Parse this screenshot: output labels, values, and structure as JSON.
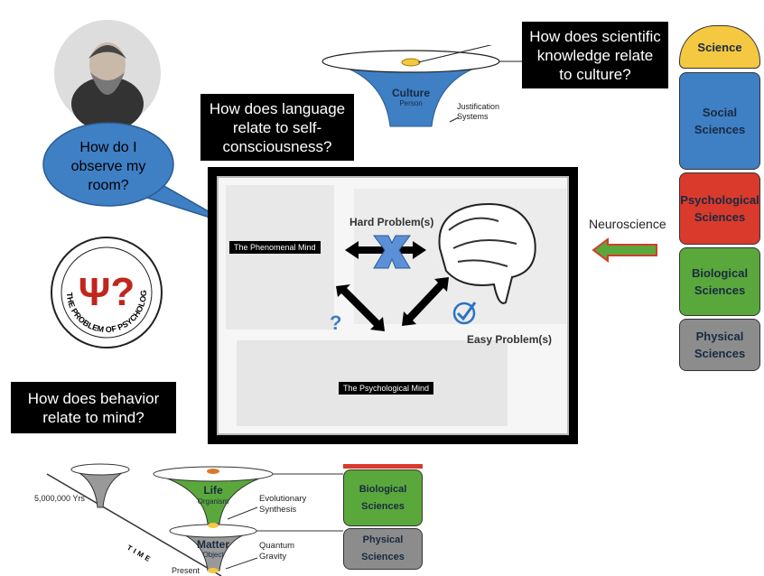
{
  "questions": {
    "language": "How does language relate to self-consciousness?",
    "room": "How do I observe my room?",
    "behavior": "How does behavior relate to mind?",
    "science": "How does scientific knowledge relate to culture?"
  },
  "logo": {
    "symbol": "Ψ?",
    "ring_text": "THE PROBLEM OF PSYCHOLOGY"
  },
  "culture_funnel": {
    "title": "Culture",
    "subtitle": "Person",
    "note": "Justification Systems"
  },
  "center_panel": {
    "phenomenal": "The Phenomenal Mind",
    "psychological": "The Psychological Mind",
    "hard": "Hard Problem(s)",
    "easy": "Easy Problem(s)",
    "question_mark": "?"
  },
  "neuroscience": "Neuroscience",
  "stack": [
    {
      "label": "Science",
      "color": "#f5c842"
    },
    {
      "label": "Social Sciences",
      "color": "#3f7fc4"
    },
    {
      "label": "Psychological Sciences",
      "color": "#d93a2b"
    },
    {
      "label": "Biological Sciences",
      "color": "#5aa83c"
    },
    {
      "label": "Physical Sciences",
      "color": "#8c8c8c"
    }
  ],
  "timeline": {
    "axis": "TIME",
    "past": "5,000,000 Yrs",
    "present": "Present",
    "life": "Life",
    "life_sub": "Organism",
    "life_note": "Evolutionary Synthesis",
    "matter": "Matter",
    "matter_sub": "Object",
    "matter_note": "Quantum Gravity",
    "bio": "Biological Sciences",
    "phys": "Physical Sciences"
  }
}
